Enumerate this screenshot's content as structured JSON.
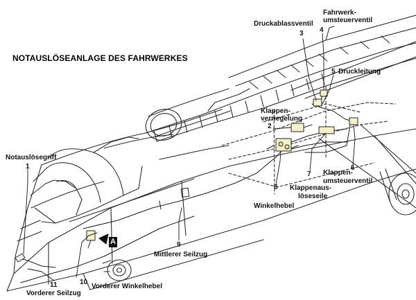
{
  "title": "NOTAUSLÖSEANLAGE DES FAHRWERKES",
  "labels": {
    "l1": "Notauslösegriff",
    "l2a": "Klappen-",
    "l2b": "verriegelung",
    "l3": "Druckablassventil",
    "l4a": "Fahrwerk-",
    "l4b": "umsteuerventil",
    "l5": "Druckleitung",
    "l6a": "Klappen-",
    "l6b": "umsteuerventil",
    "l7a": "Klappenaus-",
    "l7b": "löseseile",
    "l8": "Winkelhebel",
    "l9": "Mittlerer Seilzug",
    "l10": "Vorderer Winkelhebel",
    "l11": "Vorderer Seilzug"
  },
  "numbers": {
    "n1": "1",
    "n2": "2",
    "n3": "3",
    "n4": "4",
    "n5": "5",
    "n6": "6",
    "n7": "7",
    "n8": "8",
    "n9": "9",
    "n10": "10",
    "n11": "11"
  },
  "badge": "A"
}
